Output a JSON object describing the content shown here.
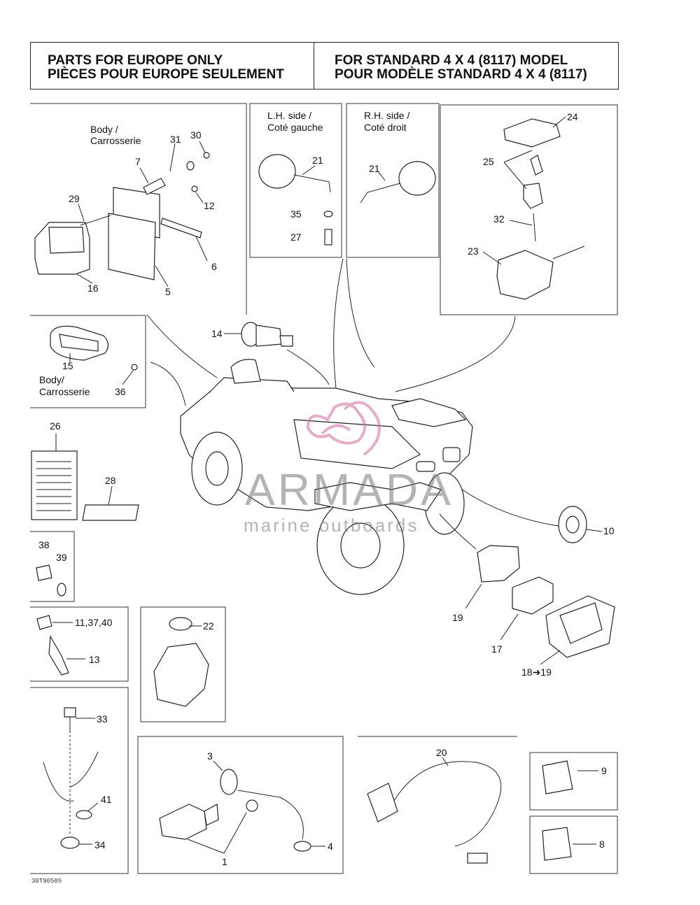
{
  "header": {
    "left_line1": "PARTS FOR EUROPE ONLY",
    "left_line2": "PIÈCES POUR EUROPE SEULEMENT",
    "right_line1": "FOR STANDARD 4 X 4 (8117) MODEL",
    "right_line2": "POUR MODÈLE STANDARD 4 X 4 (8117)"
  },
  "notes": {
    "body1": "Body /",
    "carrosserie1": "Carrosserie",
    "body2": "Body/",
    "carrosserie2": "Carrosserie",
    "lh_side": "L.H. side /",
    "lh_cote": "Coté gauche",
    "rh_side": "R.H. side /",
    "rh_cote": "Coté droit"
  },
  "labels": {
    "p1": "1",
    "p3": "3",
    "p4": "4",
    "p5": "5",
    "p6": "6",
    "p7": "7",
    "p8": "8",
    "p9": "9",
    "p10": "10",
    "p11": "11,37,40",
    "p12": "12",
    "p13": "13",
    "p14": "14",
    "p15": "15",
    "p16": "16",
    "p17": "17",
    "p18": "18➔19",
    "p19": "19",
    "p20": "20",
    "p21a": "21",
    "p21b": "21",
    "p22": "22",
    "p23": "23",
    "p24": "24",
    "p25": "25",
    "p26": "26",
    "p27": "27",
    "p28": "28",
    "p29": "29",
    "p30": "30",
    "p31": "31",
    "p32": "32",
    "p33": "33",
    "p34": "34",
    "p35": "35",
    "p36": "36",
    "p38": "38",
    "p39": "39",
    "p41": "41"
  },
  "watermark": {
    "brand": "ARMADA",
    "tagline": "marine outboards"
  },
  "drawing_code": "30T90505"
}
